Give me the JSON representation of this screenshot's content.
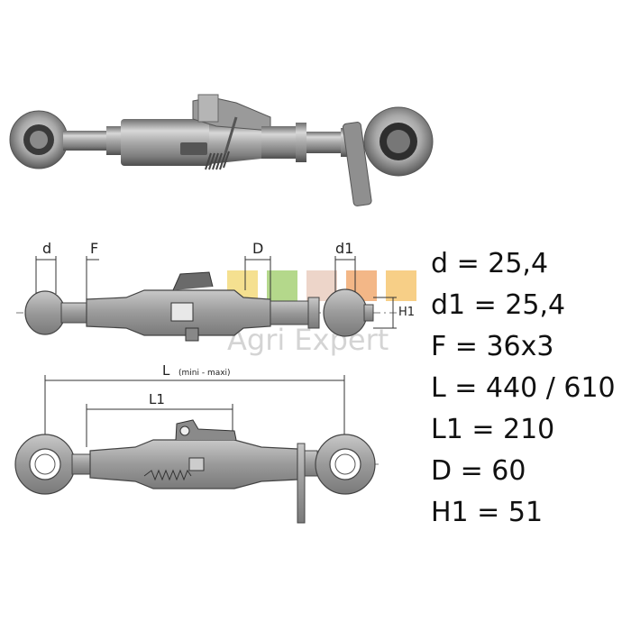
{
  "watermark": {
    "brand": "Agri Expert",
    "tile_colors": [
      "#f2d66b",
      "#9ccc65",
      "#e8c8b8",
      "#f0a060",
      "#f5c060"
    ]
  },
  "drawing_labels": {
    "d": "d",
    "f": "F",
    "D": "D",
    "d1": "d1",
    "h1": "H1",
    "L": "L",
    "L_note": "(mini - maxi)",
    "L1": "L1"
  },
  "specs": [
    {
      "key": "d",
      "text": "d = 25,4"
    },
    {
      "key": "d1",
      "text": "d1 = 25,4"
    },
    {
      "key": "F",
      "text": "F = 36x3"
    },
    {
      "key": "L",
      "text": "L = 440 / 610"
    },
    {
      "key": "L1",
      "text": "L1 = 210"
    },
    {
      "key": "D",
      "text": "D = 60"
    },
    {
      "key": "H1",
      "text": "H1 = 51"
    }
  ]
}
